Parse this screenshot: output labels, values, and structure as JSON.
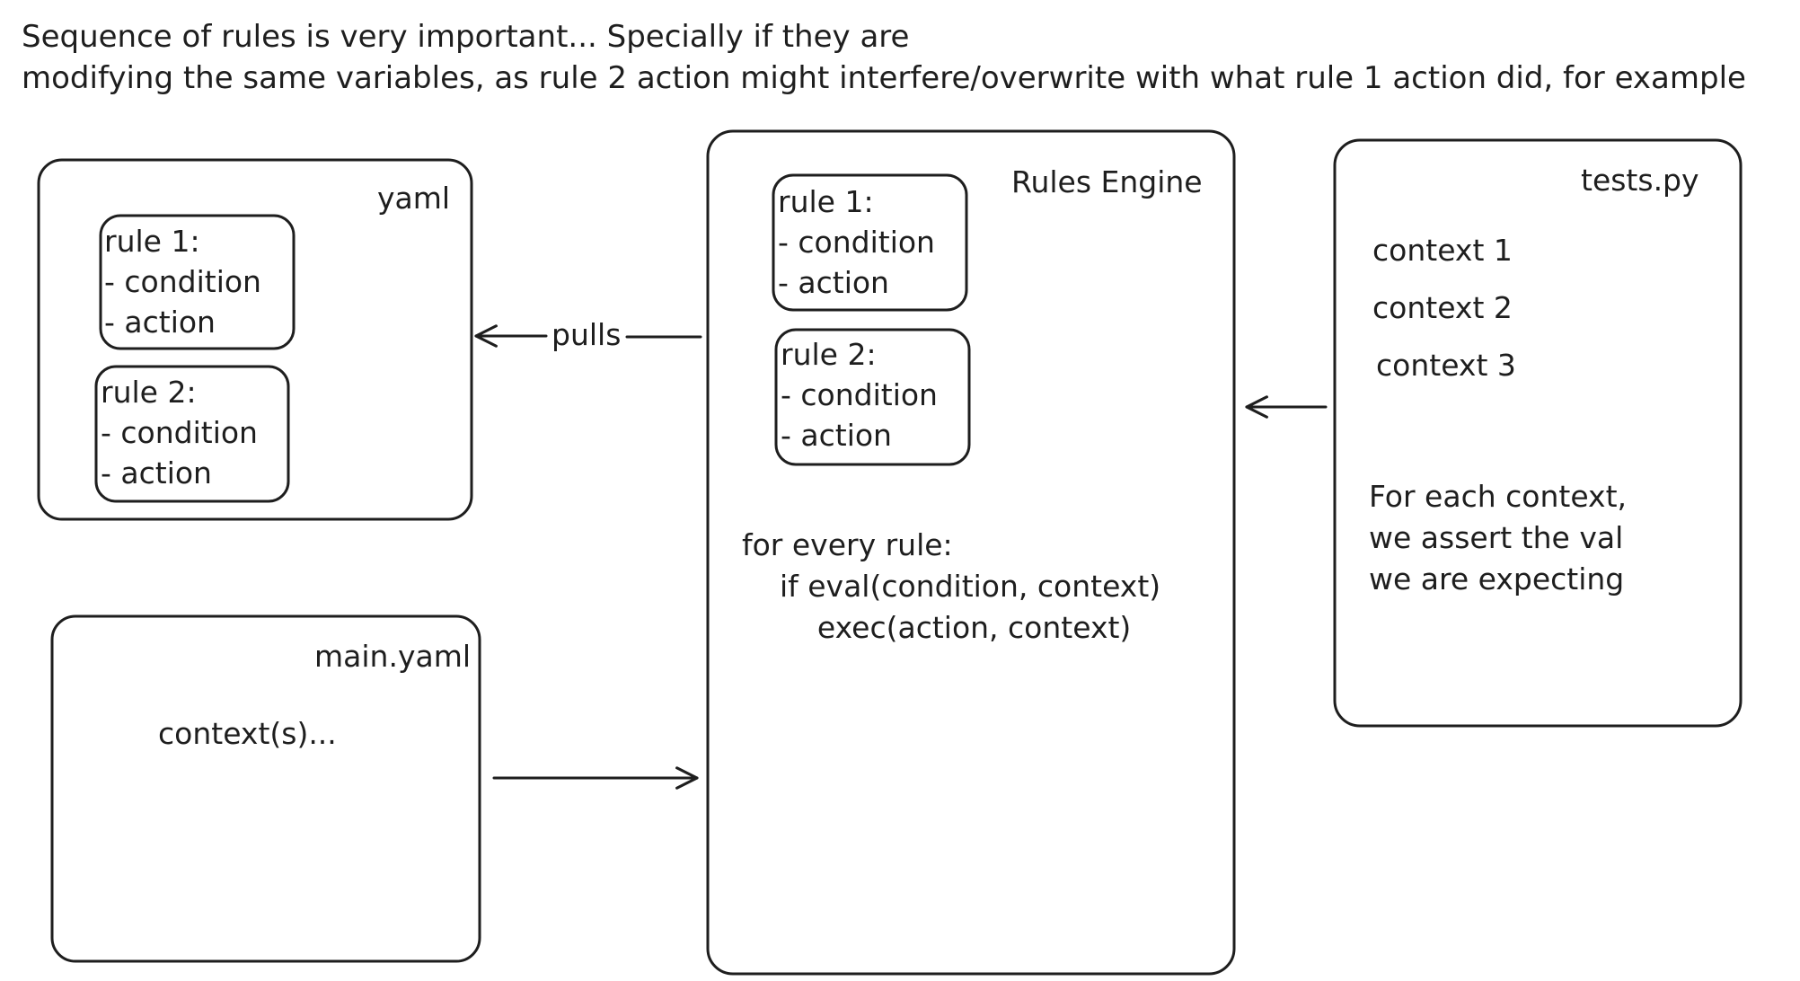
{
  "note": {
    "line1": "Sequence of rules is very important... Specially if they are",
    "line2": "modifying the same variables, as rule 2 action might interfere/overwrite with what rule 1 action did, for example"
  },
  "yaml_box": {
    "title": "yaml",
    "rules": [
      {
        "name": "rule 1:",
        "condition": "- condition",
        "action": "- action"
      },
      {
        "name": "rule 2:",
        "condition": "- condition",
        "action": "- action"
      }
    ]
  },
  "main_yaml_box": {
    "title": "main.yaml",
    "content": "context(s)..."
  },
  "engine_box": {
    "title": "Rules Engine",
    "rules": [
      {
        "name": "rule 1:",
        "condition": "- condition",
        "action": "- action"
      },
      {
        "name": "rule 2:",
        "condition": "- condition",
        "action": "- action"
      }
    ],
    "code": [
      "for every rule:",
      "    if eval(condition, context)",
      "        exec(action, context)"
    ]
  },
  "tests_box": {
    "title": "tests.py",
    "contexts": [
      "context 1",
      "context 2",
      "context 3"
    ],
    "description": [
      "For each context,",
      "we assert the val",
      "we are expecting"
    ]
  },
  "arrows": {
    "pulls_label": "pulls"
  },
  "colors": {
    "stroke": "#1e1e1e",
    "background": "#ffffff"
  }
}
